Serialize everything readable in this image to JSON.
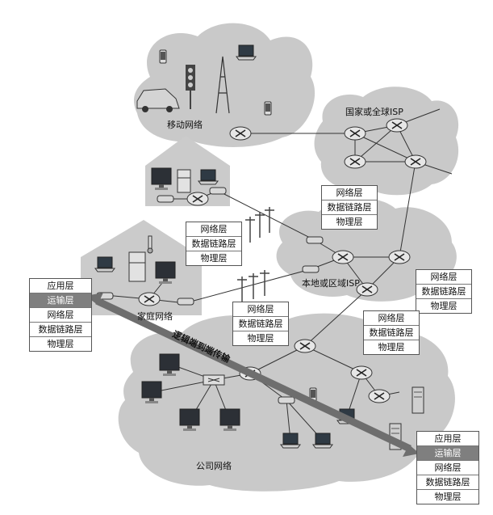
{
  "labels": {
    "mobile_network": "移动网络",
    "national_isp": "国家或全球ISP",
    "local_isp": "本地或区域ISP",
    "home_network": "家庭网络",
    "corporate_network": "公司网络",
    "logical_transport": "逻辑端到端传输"
  },
  "stacks": {
    "left_host": [
      "应用层",
      "运输层",
      "网络层",
      "数据链路层",
      "物理层"
    ],
    "right_host": [
      "应用层",
      "运输层",
      "网络层",
      "数据链路层",
      "物理层"
    ],
    "router_top_right": [
      "网络层",
      "数据链路层",
      "物理层"
    ],
    "router_top_left": [
      "网络层",
      "数据链路层",
      "物理层"
    ],
    "router_mid": [
      "网络层",
      "数据链路层",
      "物理层"
    ],
    "router_right_side": [
      "网络层",
      "数据链路层",
      "物理层"
    ],
    "router_lower": [
      "网络层",
      "数据链路层",
      "物理层"
    ]
  },
  "colors": {
    "cloud": "#c8c8c8",
    "arrow": "#6e6e6e",
    "highlight_layer": "#7f7f7f"
  },
  "icons": [
    "router-icon",
    "laptop-icon",
    "phone-icon",
    "car-icon",
    "traffic-light-icon",
    "cell-tower-icon",
    "desktop-icon",
    "server-icon",
    "switch-icon",
    "modem-icon",
    "fridge-icon",
    "thermometer-icon"
  ]
}
